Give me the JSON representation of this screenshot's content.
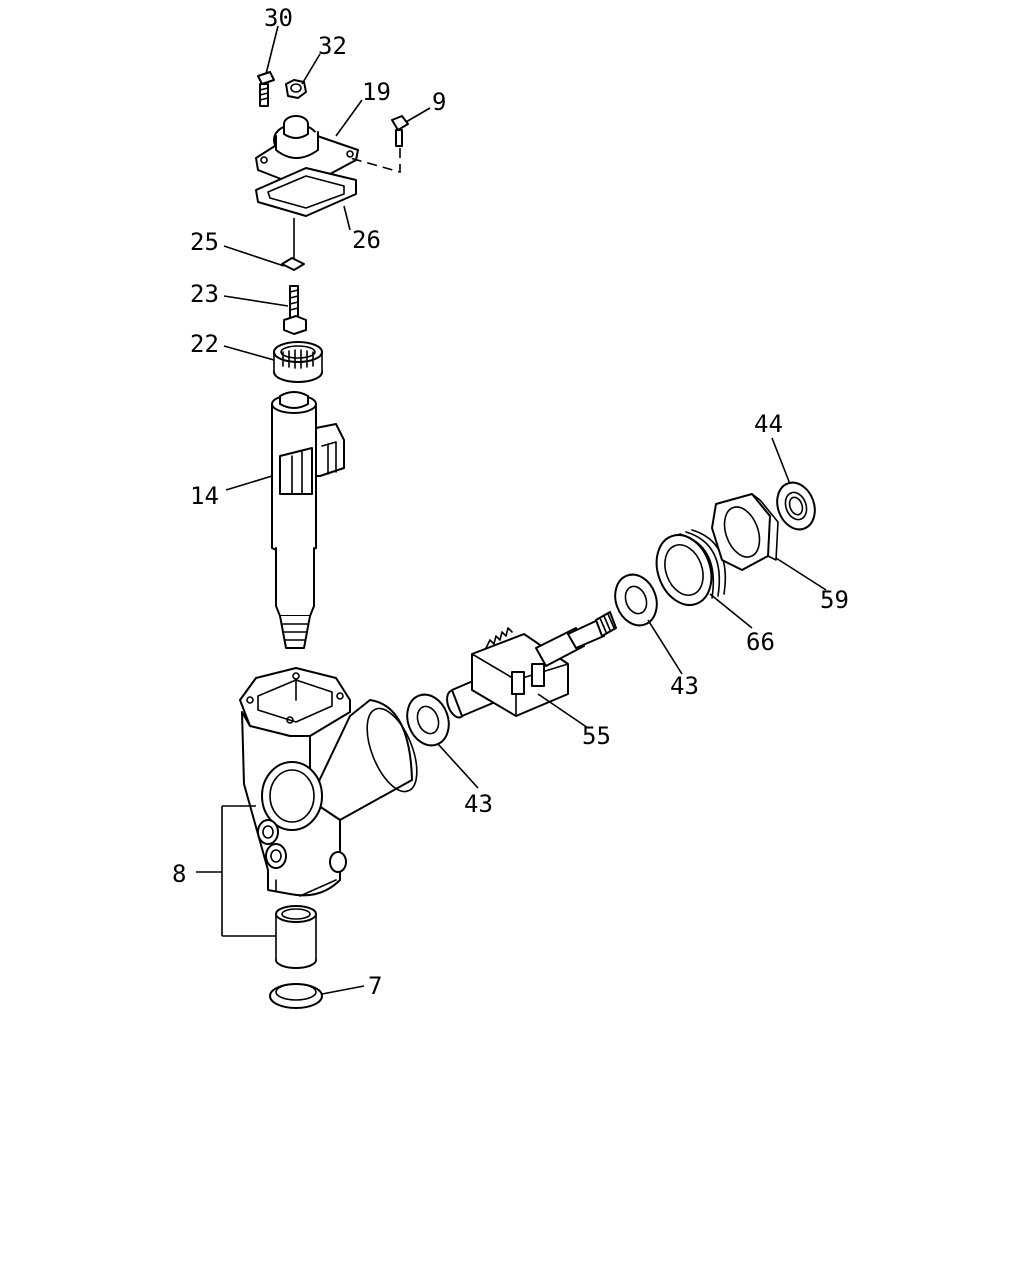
{
  "labels": {
    "p30": "30",
    "p32": "32",
    "p19": "19",
    "p9": "9",
    "p26": "26",
    "p25": "25",
    "p23": "23",
    "p22": "22",
    "p14": "14",
    "p44": "44",
    "p59": "59",
    "p66": "66",
    "p43a": "43",
    "p43b": "43",
    "p55": "55",
    "p8": "8",
    "p7": "7"
  }
}
